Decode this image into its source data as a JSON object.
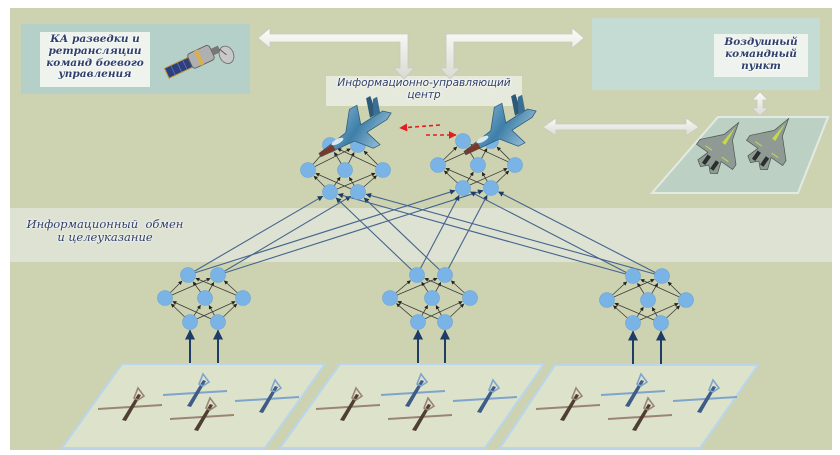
{
  "diagram": {
    "title": "Network-centric control of UAV groups",
    "colors": {
      "background": "#cdd3b1",
      "outer": "#ffffff",
      "band": "#dde2d2",
      "satellite_panel": "#b5cfc9",
      "command_panel": "#c4dcd3",
      "label_box": "#eef3ee",
      "node": "#7ab3e6",
      "link": "#45648e",
      "internal_link": "#3a3a3a",
      "uplink": "#1f3c66",
      "platform": "#dde2cb",
      "platform_edge": "#b9d6ec",
      "red_link": "#e02020",
      "arrow_fill": "#ecece6"
    },
    "labels": {
      "satellite": [
        "КА разведки и",
        "ретрансляции",
        "команд боевого",
        "управления"
      ],
      "control_center": [
        "Информационно-управляющий",
        "центр"
      ],
      "air_command_post": [
        "Воздушный",
        "командный",
        "пункт"
      ],
      "info_exchange": [
        "Информационный  обмен",
        "и целеуказание"
      ]
    },
    "icons": {
      "satellite": "satellite-icon",
      "leader_jet": "fighter-jet-icon",
      "command_jet": "stealth-jet-icon",
      "uav": "uav-icon"
    },
    "clusters": {
      "upper": [
        {
          "name": "upper-cluster-1",
          "role": "leader"
        },
        {
          "name": "upper-cluster-2",
          "role": "leader"
        }
      ],
      "lower": [
        {
          "name": "lower-cluster-1",
          "role": "uav-group"
        },
        {
          "name": "lower-cluster-2",
          "role": "uav-group"
        },
        {
          "name": "lower-cluster-3",
          "role": "uav-group"
        }
      ]
    },
    "uav_groups": [
      {
        "name": "uav-group-1",
        "uavs": [
          "brown",
          "blue",
          "blue",
          "brown"
        ]
      },
      {
        "name": "uav-group-2",
        "uavs": [
          "brown",
          "blue",
          "blue",
          "brown"
        ]
      },
      {
        "name": "uav-group-3",
        "uavs": [
          "brown",
          "blue",
          "blue",
          "brown"
        ]
      }
    ]
  }
}
